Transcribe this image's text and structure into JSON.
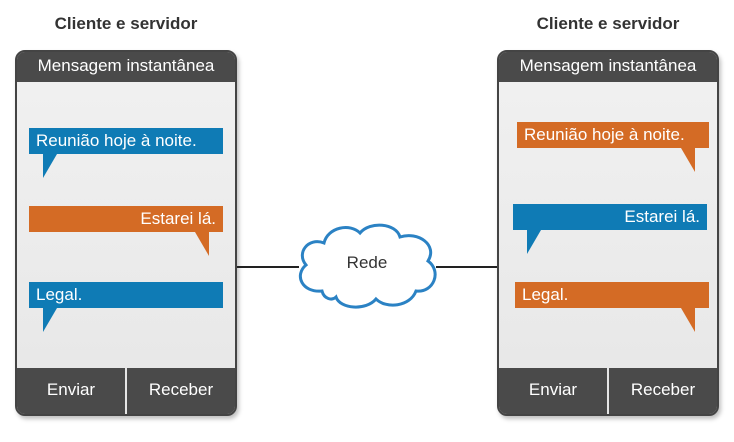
{
  "left": {
    "label": "Cliente e servidor",
    "header": "Mensagem instantânea",
    "messages": [
      {
        "text": "Reunião hoje à noite.",
        "color": "blue"
      },
      {
        "text": "Estarei lá.",
        "color": "orange"
      },
      {
        "text": "Legal.",
        "color": "blue"
      }
    ],
    "send": "Enviar",
    "receive": "Receber"
  },
  "right": {
    "label": "Cliente e servidor",
    "header": "Mensagem instantânea",
    "messages": [
      {
        "text": "Reunião hoje à noite.",
        "color": "orange"
      },
      {
        "text": "Estarei lá.",
        "color": "blue"
      },
      {
        "text": "Legal.",
        "color": "orange"
      }
    ],
    "send": "Enviar",
    "receive": "Receber"
  },
  "network": {
    "label": "Rede"
  },
  "colors": {
    "blue": "#0f7bb5",
    "orange": "#d46b25",
    "dark": "#4a4a4a"
  }
}
